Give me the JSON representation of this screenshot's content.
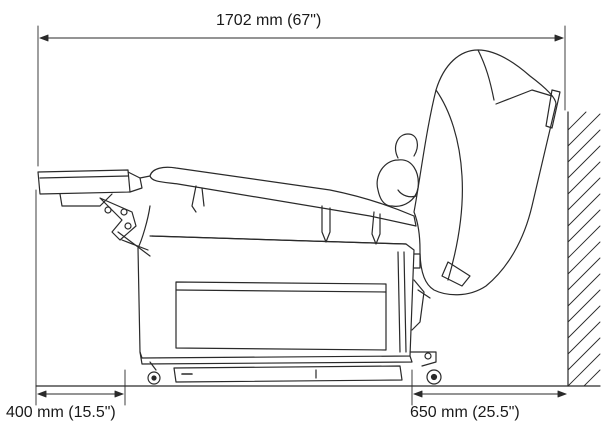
{
  "dimensions": {
    "overall_length": "1702 mm (67\")",
    "front_clearance": "400 mm (15.5\")",
    "rear_clearance": "650 mm (25.5\")"
  },
  "colors": {
    "line": "#2a2a2a",
    "wall_hatch": "#3a3a3a"
  }
}
